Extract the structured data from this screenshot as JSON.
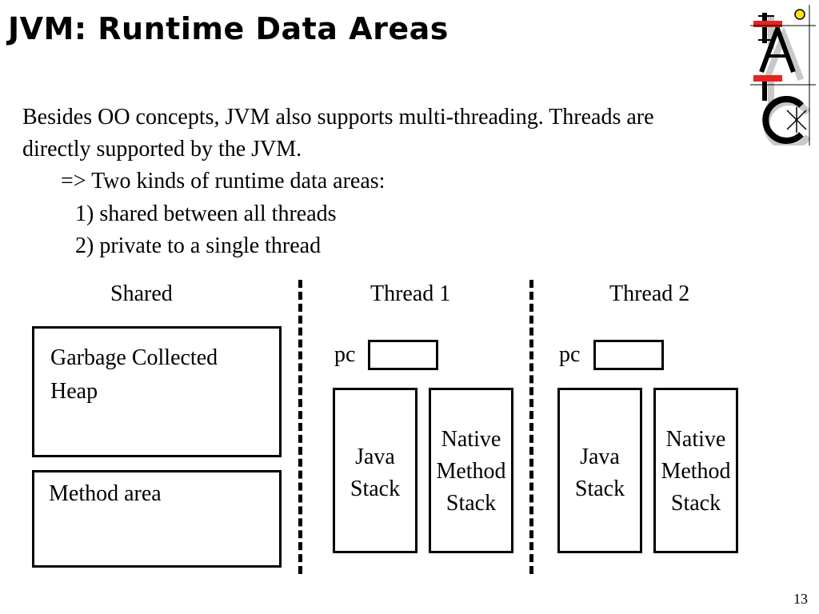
{
  "slide": {
    "title": "JVM: Runtime Data Areas",
    "page_number": "13"
  },
  "body": {
    "line1": "Besides OO concepts, JVM also supports multi-threading. Threads are",
    "line2": "directly supported by the JVM.",
    "line3": "=> Two kinds of runtime data areas:",
    "line4": "1) shared between all threads",
    "line5": "2) private to a single thread"
  },
  "diagram": {
    "shared": {
      "heading": "Shared",
      "heap_line1": "Garbage Collected",
      "heap_line2": "Heap",
      "method_area": "Method area"
    },
    "thread1": {
      "heading": "Thread 1",
      "pc": "pc",
      "java_stack_line1": "Java",
      "java_stack_line2": "Stack",
      "native_line1": "Native",
      "native_line2": "Method",
      "native_line3": "Stack"
    },
    "thread2": {
      "heading": "Thread 2",
      "pc": "pc",
      "java_stack_line1": "Java",
      "java_stack_line2": "Stack",
      "native_line1": "Native",
      "native_line2": "Method",
      "native_line3": "Stack"
    }
  },
  "colors": {
    "logo_red": "#e52421",
    "logo_yellow": "#ffe01a",
    "logo_gray": "#c8c8c8"
  },
  "logo": {
    "icon": "iaik-logo-icon"
  }
}
